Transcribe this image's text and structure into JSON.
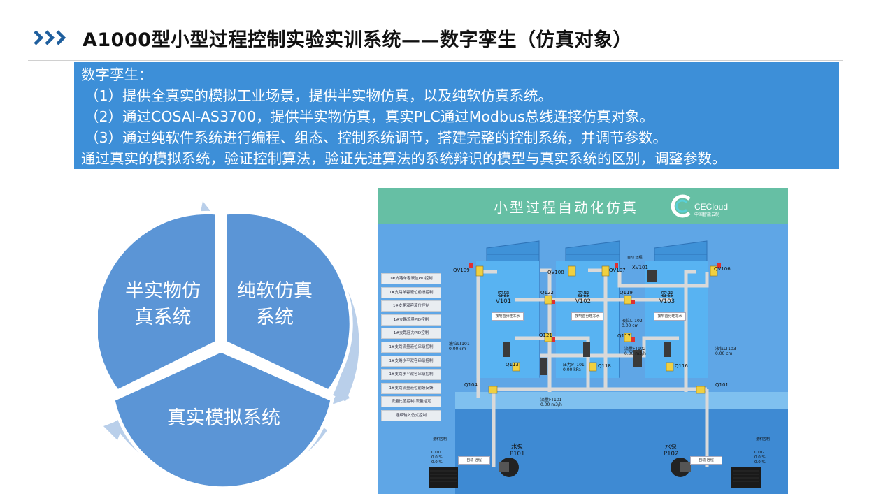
{
  "title": "A1000型小型过程控制实验实训系统——数字孪生（仿真对象）",
  "intro": {
    "heading": "数字孪生：",
    "items": [
      "（1）提供全真实的模拟工业场景，提供半实物仿真，以及纯软仿真系统。",
      "（2）通过COSAI-AS3700，提供半实物仿真，真实PLC通过Modbus总线连接仿真对象。",
      "（3）通过纯软件系统进行编程、组态、控制系统调节，搭建完整的控制系统，并调节参数。"
    ],
    "footer": "通过真实的模拟系统，验证控制算法，验证先进算法的系统辩识的模型与真实系统的区别，调整参数。"
  },
  "cycle": {
    "segments": [
      "半实物仿\n真系统",
      "纯软仿真\n系统",
      "真实模拟系统"
    ],
    "colors": {
      "segment": "#5b95d6",
      "arrow": "#b9cfea"
    }
  },
  "scada": {
    "title": "小型过程自动化仿真",
    "logo_text": "CECloud",
    "logo_sub": "中国智能云制",
    "control_buttons": [
      "1#支路单容液位PID控制",
      "1#支路单容液位前馈控制",
      "1#支路双容液位控制",
      "1#支路流量PID控制",
      "1#支路压力PID控制",
      "1#支路流量液位串级控制",
      "1#支路水平双容串级控制",
      "1#支路水平双容串级控制",
      "1#支路流量液位前馈反馈",
      "流量比值控制-流量给定",
      "连续输入仿式控制"
    ],
    "tanks": [
      {
        "name": "容器",
        "id": "V101",
        "level_label": "液位LT101",
        "level_value": "0.00",
        "level_unit": "cm"
      },
      {
        "name": "容器",
        "id": "V102",
        "level_label": "液位LT102",
        "level_value": "0.00",
        "level_unit": "cm"
      },
      {
        "name": "容器",
        "id": "V103",
        "level_label": "液位LT103",
        "level_value": "0.00",
        "level_unit": "cm"
      }
    ],
    "tank_button": "按啊首分旺冻水",
    "valves": [
      "QV109",
      "QV108",
      "QV107",
      "QV106",
      "Q122",
      "Q119",
      "Q121",
      "Q117",
      "Q113",
      "Q118",
      "Q116",
      "Q104",
      "Q101",
      "XV101"
    ],
    "auto_label": "自动  远程",
    "pressure": {
      "label": "压力PT101",
      "value": "0.00",
      "unit": "kPa"
    },
    "flow1": {
      "label": "流量FT102",
      "value": "0.00",
      "unit": "m3/h"
    },
    "flow2": {
      "label": "流量FT101",
      "value": "0.00",
      "unit": "m3/h"
    },
    "pumps": [
      {
        "name": "水泵",
        "id": "P101"
      },
      {
        "name": "水泵",
        "id": "P102"
      }
    ],
    "pump_mode": "自动  远程",
    "freq": [
      {
        "id": "U101",
        "v1": "0.0",
        "v2": "0.0",
        "unit": "%"
      },
      {
        "id": "U102",
        "v1": "0.0",
        "v2": "0.0",
        "unit": "%"
      }
    ],
    "freq_ctrl": "量积控制"
  }
}
